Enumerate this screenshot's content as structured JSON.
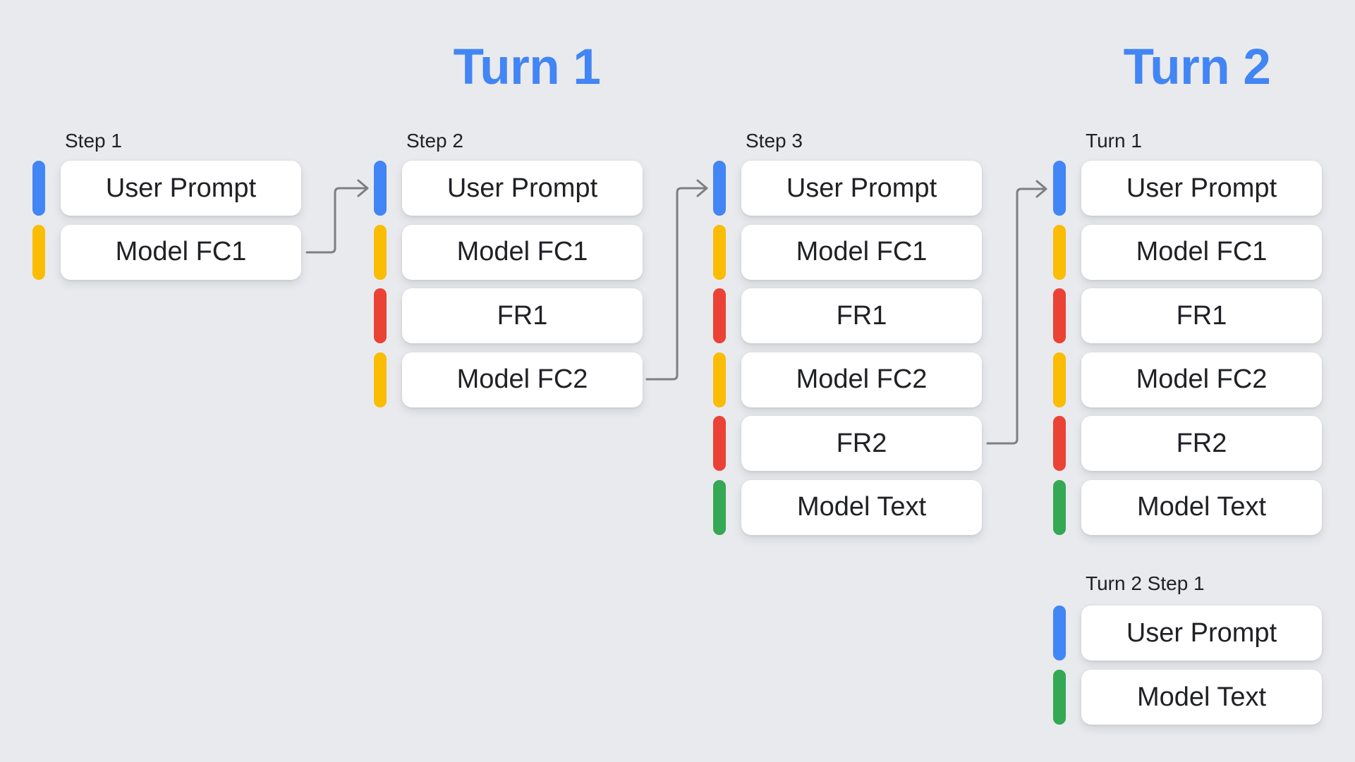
{
  "titles": {
    "turn1": "Turn 1",
    "turn2": "Turn 2"
  },
  "colors": {
    "title": "#4285F4",
    "user_prompt": "#4285F4",
    "model_fc": "#FBBC04",
    "function_response": "#EA4335",
    "model_text": "#34A853",
    "arrow": "#7C7F83",
    "background": "#E9EAEE",
    "node_text": "#202124"
  },
  "columns": [
    {
      "label": "Step 1",
      "items": [
        {
          "type": "user_prompt",
          "label": "User Prompt"
        },
        {
          "type": "model_fc",
          "label": "Model FC1"
        }
      ]
    },
    {
      "label": "Step 2",
      "items": [
        {
          "type": "user_prompt",
          "label": "User Prompt"
        },
        {
          "type": "model_fc",
          "label": "Model FC1"
        },
        {
          "type": "function_response",
          "label": "FR1"
        },
        {
          "type": "model_fc",
          "label": "Model FC2"
        }
      ]
    },
    {
      "label": "Step 3",
      "items": [
        {
          "type": "user_prompt",
          "label": "User Prompt"
        },
        {
          "type": "model_fc",
          "label": "Model FC1"
        },
        {
          "type": "function_response",
          "label": "FR1"
        },
        {
          "type": "model_fc",
          "label": "Model FC2"
        },
        {
          "type": "function_response",
          "label": "FR2"
        },
        {
          "type": "model_text",
          "label": "Model Text"
        }
      ]
    },
    {
      "label": "Turn 1",
      "items": [
        {
          "type": "user_prompt",
          "label": "User Prompt"
        },
        {
          "type": "model_fc",
          "label": "Model FC1"
        },
        {
          "type": "function_response",
          "label": "FR1"
        },
        {
          "type": "model_fc",
          "label": "Model FC2"
        },
        {
          "type": "function_response",
          "label": "FR2"
        },
        {
          "type": "model_text",
          "label": "Model Text"
        }
      ]
    },
    {
      "label": "Turn 2 Step 1",
      "items": [
        {
          "type": "user_prompt",
          "label": "User Prompt"
        },
        {
          "type": "model_text",
          "label": "Model Text"
        }
      ]
    }
  ],
  "arrows": [
    {
      "from": "Step 1 / Model FC1",
      "to": "Step 2 / User Prompt"
    },
    {
      "from": "Step 2 / Model FC2",
      "to": "Step 3 / User Prompt"
    },
    {
      "from": "Step 3 / FR2",
      "to": "Turn 1 / User Prompt"
    }
  ]
}
